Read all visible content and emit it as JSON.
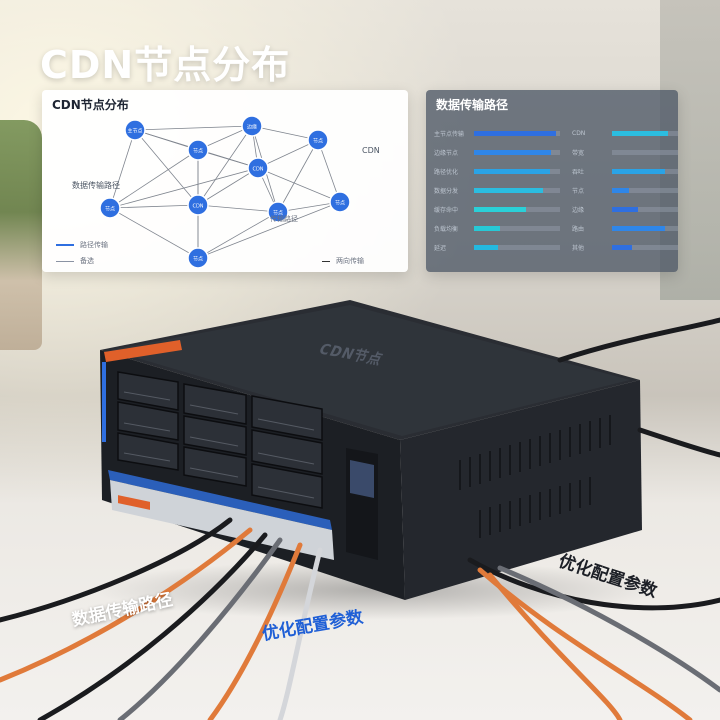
{
  "headline": "CDN节点分布",
  "left_panel": {
    "title": "CDN节点分布",
    "legend": [
      "路径传输",
      "备选",
      "两向传输"
    ],
    "nodes": [
      {
        "id": "n1",
        "label": "主节点"
      },
      {
        "id": "n2",
        "label": "边缘"
      },
      {
        "id": "n3",
        "label": "节点"
      },
      {
        "id": "n4",
        "label": "节点"
      },
      {
        "id": "n5",
        "label": "CDN"
      },
      {
        "id": "n6",
        "label": "节点"
      },
      {
        "id": "n7",
        "label": "CDN"
      },
      {
        "id": "n8",
        "label": "节点"
      },
      {
        "id": "n9",
        "label": "节点"
      },
      {
        "id": "n10",
        "label": "节点"
      }
    ],
    "side_labels": [
      "数据传输路径",
      "CDN",
      "传输路径"
    ]
  },
  "right_panel": {
    "title": "数据传输路径",
    "left_bars": [
      {
        "label": "主节点传输",
        "value": 0.95,
        "color": "#2f6fe0"
      },
      {
        "label": "边缘节点",
        "value": 0.9,
        "color": "#2f86e8"
      },
      {
        "label": "路径优化",
        "value": 0.88,
        "color": "#2aa3e6"
      },
      {
        "label": "数据分发",
        "value": 0.8,
        "color": "#2bbde0"
      },
      {
        "label": "缓存命中",
        "value": 0.6,
        "color": "#2ad0d8"
      },
      {
        "label": "负载均衡",
        "value": 0.3,
        "color": "#27c9d6"
      },
      {
        "label": "延迟",
        "value": 0.28,
        "color": "#24b9e0"
      }
    ],
    "right_bars": [
      {
        "label": "CDN",
        "value": 0.85,
        "color": "#2bbde0"
      },
      {
        "label": "带宽",
        "value": 0.0,
        "color": "#2aa3e6"
      },
      {
        "label": "吞吐",
        "value": 0.8,
        "color": "#2aa3e6"
      },
      {
        "label": "节点",
        "value": 0.25,
        "color": "#2f86e8"
      },
      {
        "label": "边缘",
        "value": 0.4,
        "color": "#2f6fe0"
      },
      {
        "label": "路由",
        "value": 0.8,
        "color": "#2f86e8"
      },
      {
        "label": "其他",
        "value": 0.3,
        "color": "#2f6fe0"
      }
    ]
  },
  "server": {
    "brand": "CDN节点"
  },
  "floor_labels": {
    "data_path": "数据传输路径",
    "optimize_blue": "优化配置参数",
    "optimize_dark": "优化配置参数"
  }
}
